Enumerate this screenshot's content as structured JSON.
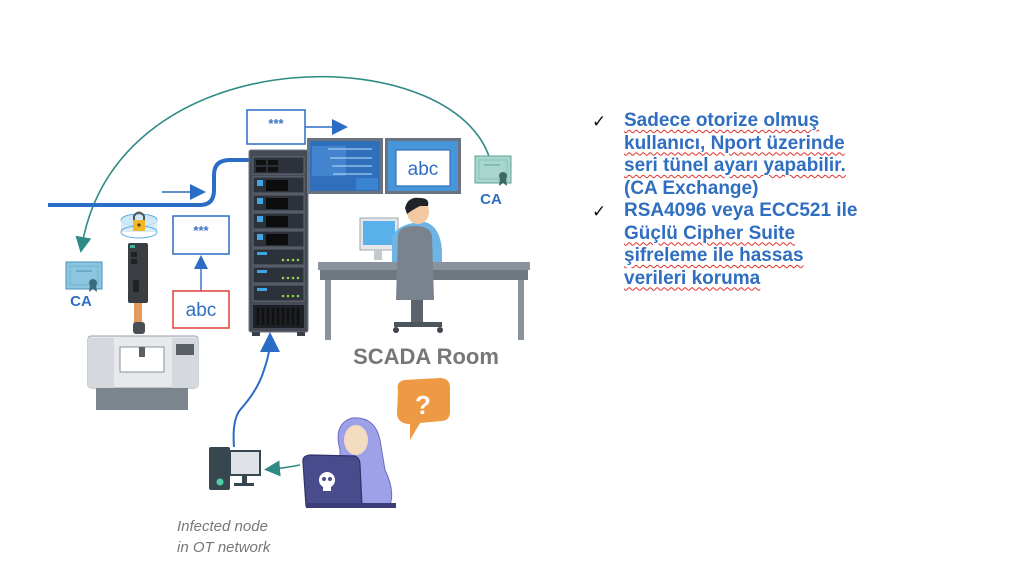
{
  "diagram": {
    "labels": {
      "ca_left": "CA",
      "ca_right": "CA",
      "abc_plain": "abc",
      "abc_screen": "abc",
      "encrypted_top": "***",
      "encrypted_mid": "***",
      "scada_room": "SCADA Room",
      "infected_line1": "Infected node",
      "infected_line2": "in OT network",
      "question_mark": "?"
    },
    "colors": {
      "network_line": "#2b6cc4",
      "ca_arrow": "#2e8b84",
      "plain_box_border": "#e0413a",
      "text_blue": "#2f6ec0"
    }
  },
  "bullets": [
    {
      "check": "✓",
      "lines": [
        "Sadece otorize olmuş",
        "kullanıcı, Nport üzerinde",
        "seri tünel ayarı yapabilir.",
        "(CA Exchange)"
      ]
    },
    {
      "check": "✓",
      "lines": [
        "RSA4096 veya ECC521 ile",
        "Güçlü Cipher Suite",
        "şifreleme ile hassas",
        "verileri koruma"
      ]
    }
  ]
}
